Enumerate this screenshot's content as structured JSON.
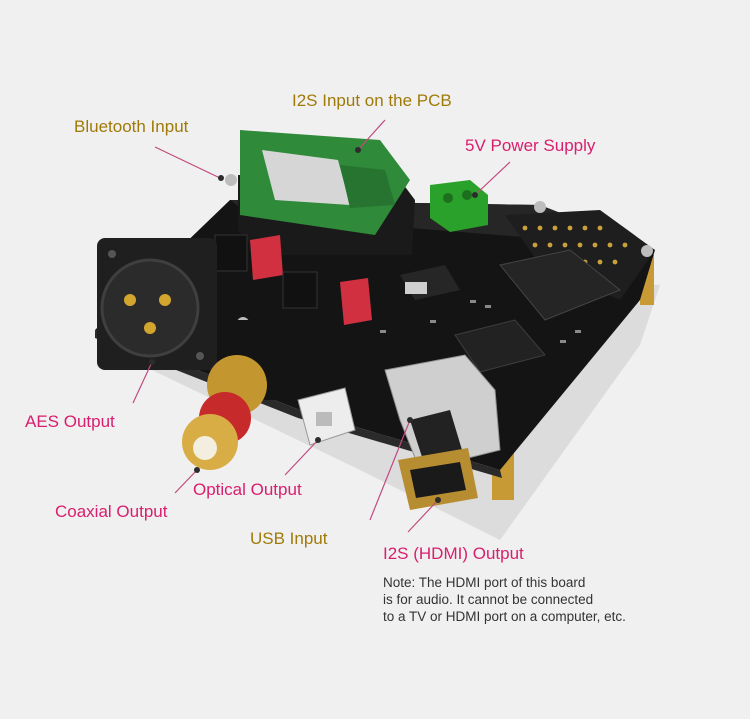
{
  "labels": {
    "bluetooth": "Bluetooth Input",
    "i2s_pcb": "I2S Input on the PCB",
    "power": "5V Power Supply",
    "aes": "AES Output",
    "coaxial": "Coaxial Output",
    "optical": "Optical Output",
    "usb": "USB Input",
    "i2s_hdmi": "I2S (HDMI) Output"
  },
  "note": {
    "line1": "Note: The HDMI port of this board",
    "line2": "is for audio. It cannot be connected",
    "line3": "to a TV or HDMI port on a computer, etc."
  },
  "colors": {
    "gold": "#a07a08",
    "pink": "#d81e6e",
    "background": "#f0f0f0"
  }
}
